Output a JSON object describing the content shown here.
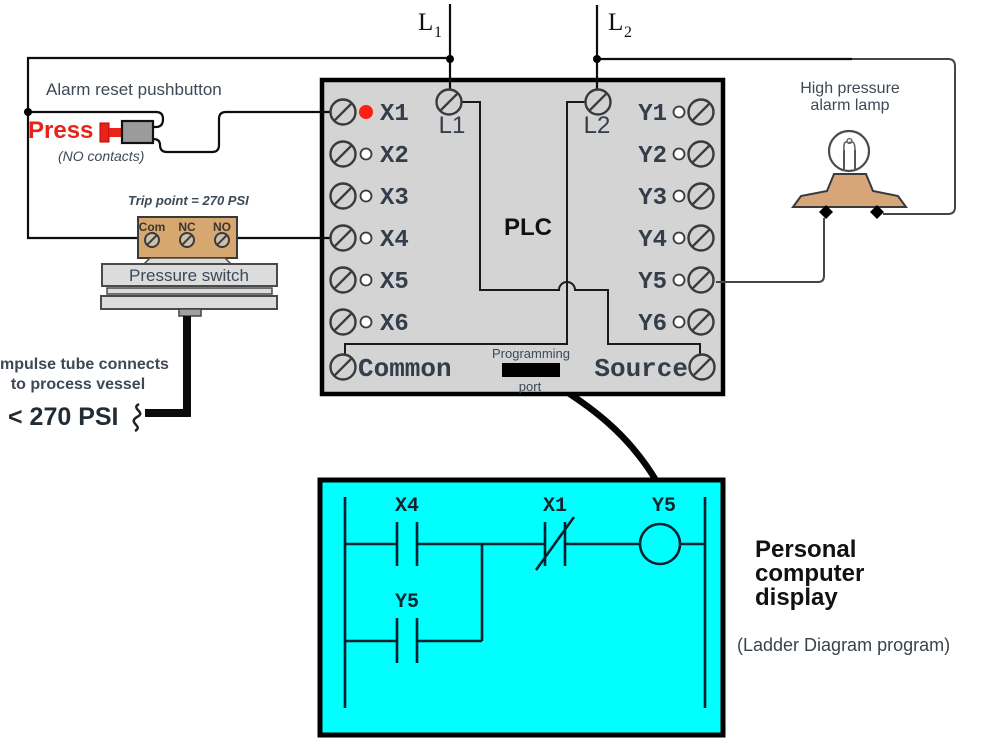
{
  "power": {
    "l1": {
      "main": "L",
      "sub": "1"
    },
    "l2": {
      "main": "L",
      "sub": "2"
    }
  },
  "pushbutton": {
    "label": "Alarm reset pushbutton",
    "press": "Press",
    "contacts_note": "(NO contacts)"
  },
  "pressure_switch": {
    "trip_note": "Trip point = 270 PSI",
    "terminal_com": "Com",
    "terminal_nc": "NC",
    "terminal_no": "NO",
    "name": "Pressure switch",
    "impulse_line1": "mpulse tube connects",
    "impulse_line2": "to process vessel",
    "pressure_reading": "< 270 PSI"
  },
  "plc": {
    "title": "PLC",
    "l1_terminal": "L1",
    "l2_terminal": "L2",
    "inputs": [
      {
        "label": "X1",
        "indicator_lit": true
      },
      {
        "label": "X2",
        "indicator_lit": false
      },
      {
        "label": "X3",
        "indicator_lit": false
      },
      {
        "label": "X4",
        "indicator_lit": false
      },
      {
        "label": "X5",
        "indicator_lit": false
      },
      {
        "label": "X6",
        "indicator_lit": false
      }
    ],
    "outputs": [
      {
        "label": "Y1",
        "indicator_lit": false
      },
      {
        "label": "Y2",
        "indicator_lit": false
      },
      {
        "label": "Y3",
        "indicator_lit": false
      },
      {
        "label": "Y4",
        "indicator_lit": false
      },
      {
        "label": "Y5",
        "indicator_lit": false
      },
      {
        "label": "Y6",
        "indicator_lit": false
      }
    ],
    "common_terminal": "Common",
    "source_terminal": "Source",
    "programming_label": "Programming",
    "port_label": "port"
  },
  "lamp": {
    "label_line1": "High pressure",
    "label_line2": "alarm lamp"
  },
  "display": {
    "title_line1": "Personal",
    "title_line2": "computer",
    "title_line3": "display",
    "subtitle": "(Ladder Diagram program)",
    "ladder": {
      "contact1_label": "X4",
      "contact2_label": "X1",
      "coil_label": "Y5",
      "seal_contact_label": "Y5"
    }
  },
  "colors": {
    "accent_red": "#e82317",
    "led_on": "#ff1f10",
    "plc_body": "#d4d4d4",
    "terminal_block_tan": "#d6a76e",
    "screen_cyan": "#00ffff",
    "label_ink": "#3d4956"
  }
}
